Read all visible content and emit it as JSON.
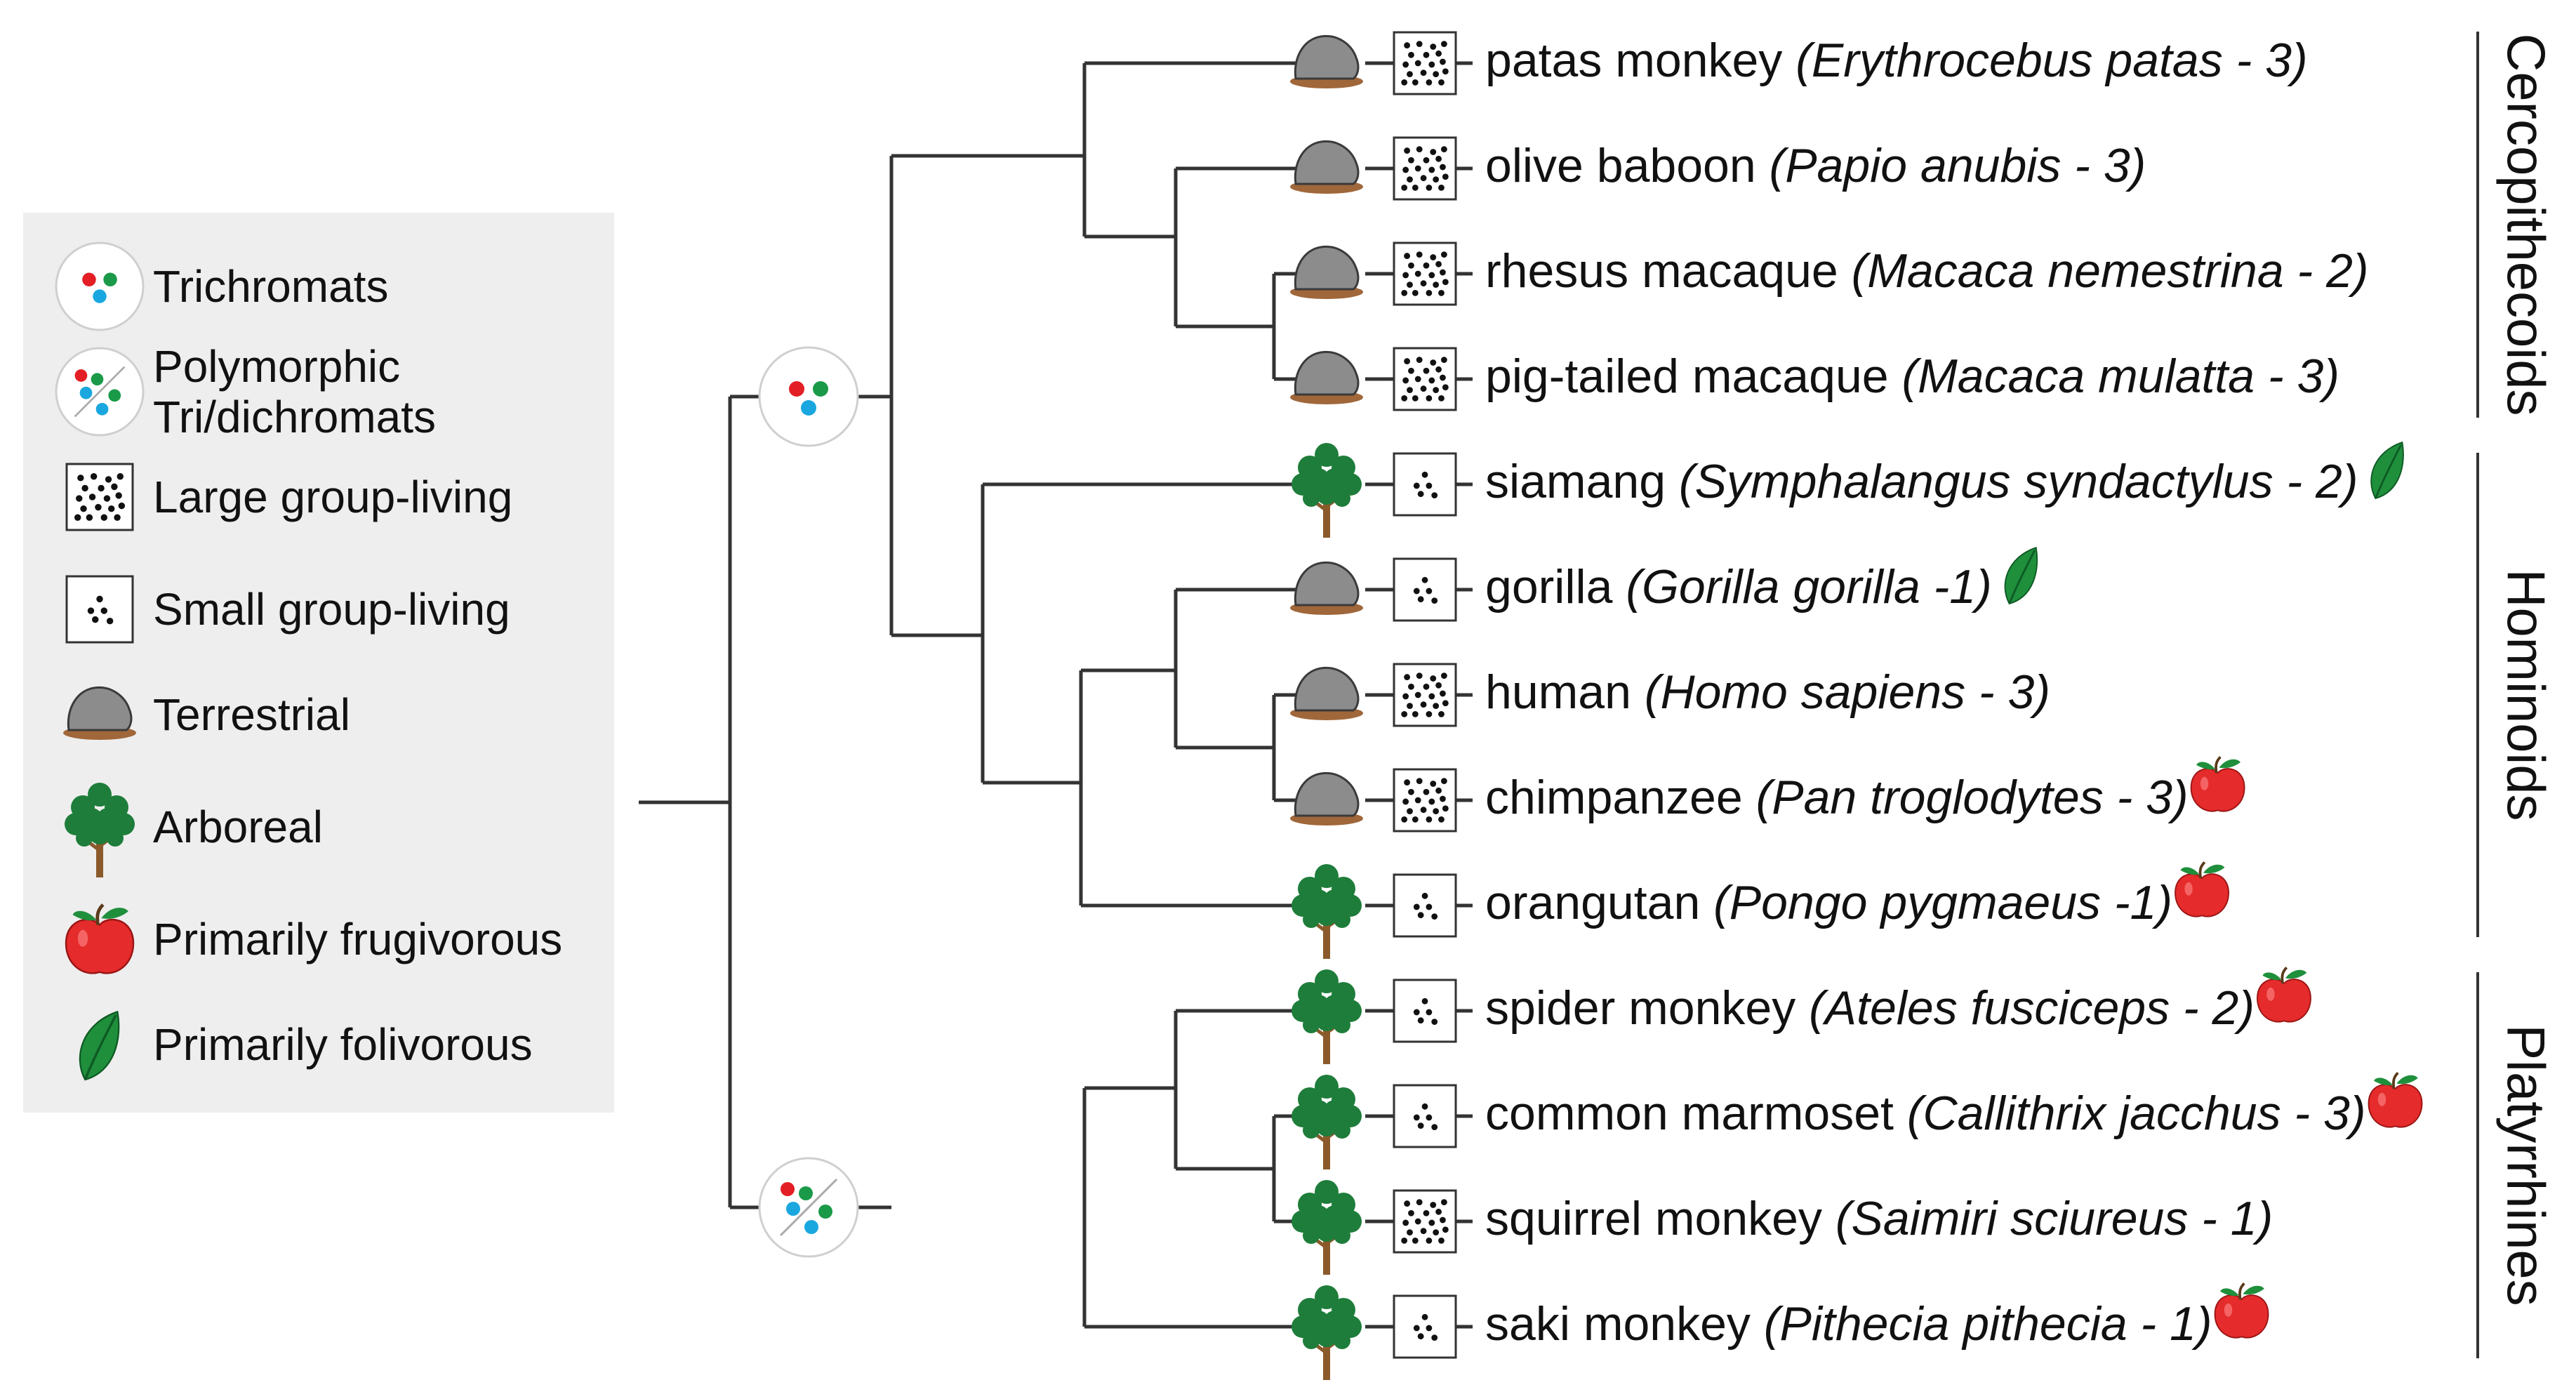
{
  "legend": {
    "items": [
      {
        "key": "trichromats",
        "label_lines": [
          "Trichromats"
        ]
      },
      {
        "key": "polymorphic",
        "label_lines": [
          "Polymorphic",
          "Tri/dichromats"
        ]
      },
      {
        "key": "large-group",
        "label_lines": [
          "Large group-living"
        ]
      },
      {
        "key": "small-group",
        "label_lines": [
          "Small group-living"
        ]
      },
      {
        "key": "terrestrial",
        "label_lines": [
          "Terrestrial"
        ]
      },
      {
        "key": "arboreal",
        "label_lines": [
          "Arboreal"
        ]
      },
      {
        "key": "frugivorous",
        "label_lines": [
          "Primarily frugivorous"
        ]
      },
      {
        "key": "folivorous",
        "label_lines": [
          "Primarily folivorous"
        ]
      }
    ]
  },
  "taxa": [
    {
      "common": "patas monkey",
      "scientific": "(Erythrocebus patas - 3)",
      "habitat": "terrestrial",
      "group": "large",
      "diet": null
    },
    {
      "common": "olive baboon",
      "scientific": "(Papio anubis - 3)",
      "habitat": "terrestrial",
      "group": "large",
      "diet": null
    },
    {
      "common": "rhesus macaque",
      "scientific": "(Macaca nemestrina - 2)",
      "habitat": "terrestrial",
      "group": "large",
      "diet": null
    },
    {
      "common": "pig-tailed macaque",
      "scientific": "(Macaca mulatta - 3)",
      "habitat": "terrestrial",
      "group": "large",
      "diet": null
    },
    {
      "common": "siamang",
      "scientific": "(Symphalangus syndactylus - 2)",
      "habitat": "arboreal",
      "group": "small",
      "diet": "folivorous"
    },
    {
      "common": "gorilla",
      "scientific": "(Gorilla gorilla -1)",
      "habitat": "terrestrial",
      "group": "small",
      "diet": "folivorous"
    },
    {
      "common": "human",
      "scientific": "(Homo sapiens - 3)",
      "habitat": "terrestrial",
      "group": "large",
      "diet": null
    },
    {
      "common": "chimpanzee",
      "scientific": "(Pan troglodytes - 3)",
      "habitat": "terrestrial",
      "group": "large",
      "diet": "frugivorous"
    },
    {
      "common": "orangutan",
      "scientific": "(Pongo pygmaeus -1)",
      "habitat": "arboreal",
      "group": "small",
      "diet": "frugivorous"
    },
    {
      "common": "spider monkey",
      "scientific": "(Ateles fusciceps - 2)",
      "habitat": "arboreal",
      "group": "small",
      "diet": "frugivorous"
    },
    {
      "common": "common marmoset",
      "scientific": "(Callithrix jacchus - 3)",
      "habitat": "arboreal",
      "group": "small",
      "diet": "frugivorous"
    },
    {
      "common": "squirrel monkey",
      "scientific": "(Saimiri sciureus - 1)",
      "habitat": "arboreal",
      "group": "large",
      "diet": null
    },
    {
      "common": "saki monkey",
      "scientific": "(Pithecia pithecia - 1)",
      "habitat": "arboreal",
      "group": "small",
      "diet": "frugivorous"
    }
  ],
  "clades": [
    {
      "label": "Cercopithecoids"
    },
    {
      "label": "Hominoids"
    },
    {
      "label": "Platyrrhines"
    }
  ],
  "colors": {
    "red": "#e31e24",
    "green": "#1a9a48",
    "blue": "#1aa7df",
    "rock": "#8c8c8c",
    "soil": "#a0673a",
    "tree": "#1e7d3a",
    "trunk": "#8b5a2b",
    "apple": "#e52b2b",
    "leaf": "#1f8f3c"
  }
}
